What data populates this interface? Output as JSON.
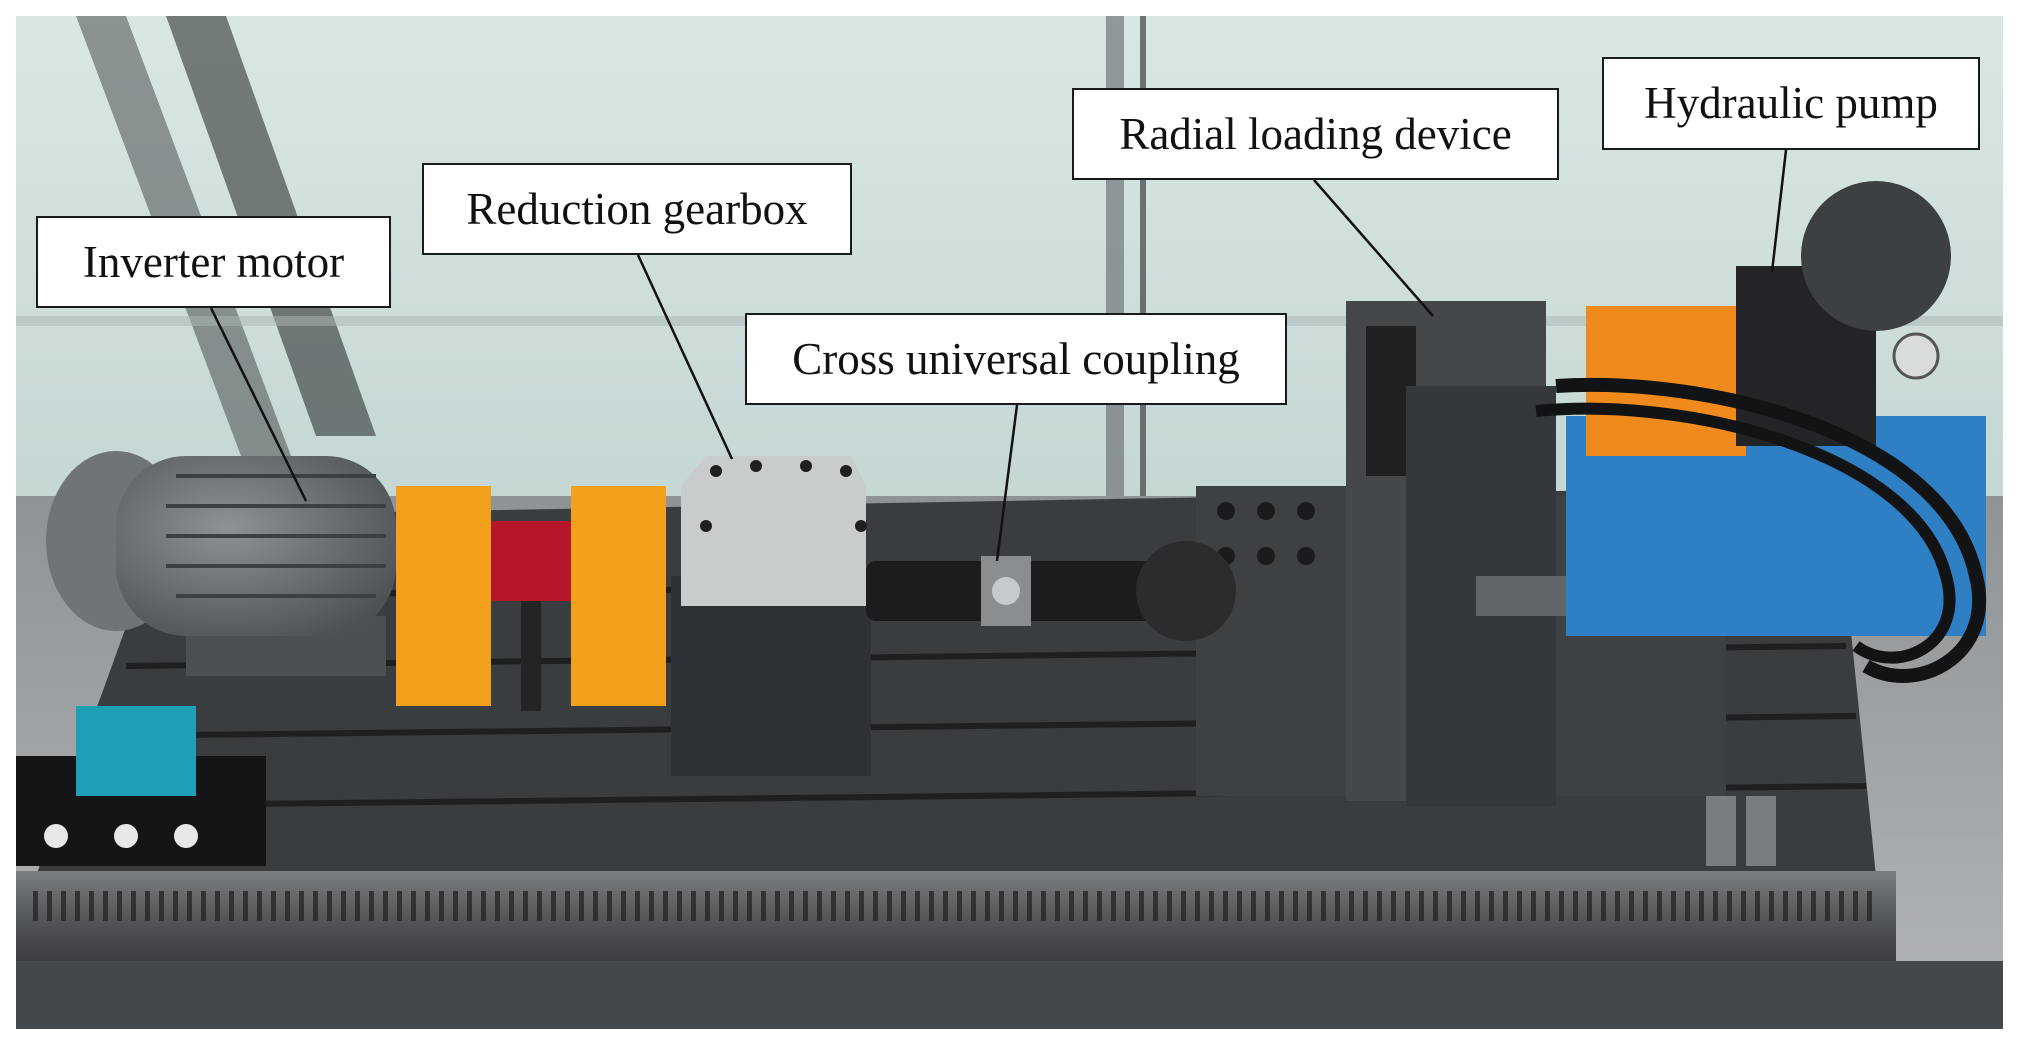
{
  "photo": {
    "description_icon": "test-bench-photo",
    "labels": {
      "inverter_motor": "Inverter motor",
      "reduction_gearbox": "Reduction gearbox",
      "cross_universal_coupling": "Cross universal coupling",
      "radial_loading_device": "Radial loading device",
      "hydraulic_pump": "Hydraulic pump"
    }
  },
  "colors": {
    "label_bg": "#ffffff",
    "label_border": "#1a1a1a",
    "wall": "#cfe0dd",
    "bench": "#3a3d40",
    "orange_accent": "#f3a11c",
    "red_sensor": "#b5172a",
    "pump_blue": "#2e7fc4"
  }
}
